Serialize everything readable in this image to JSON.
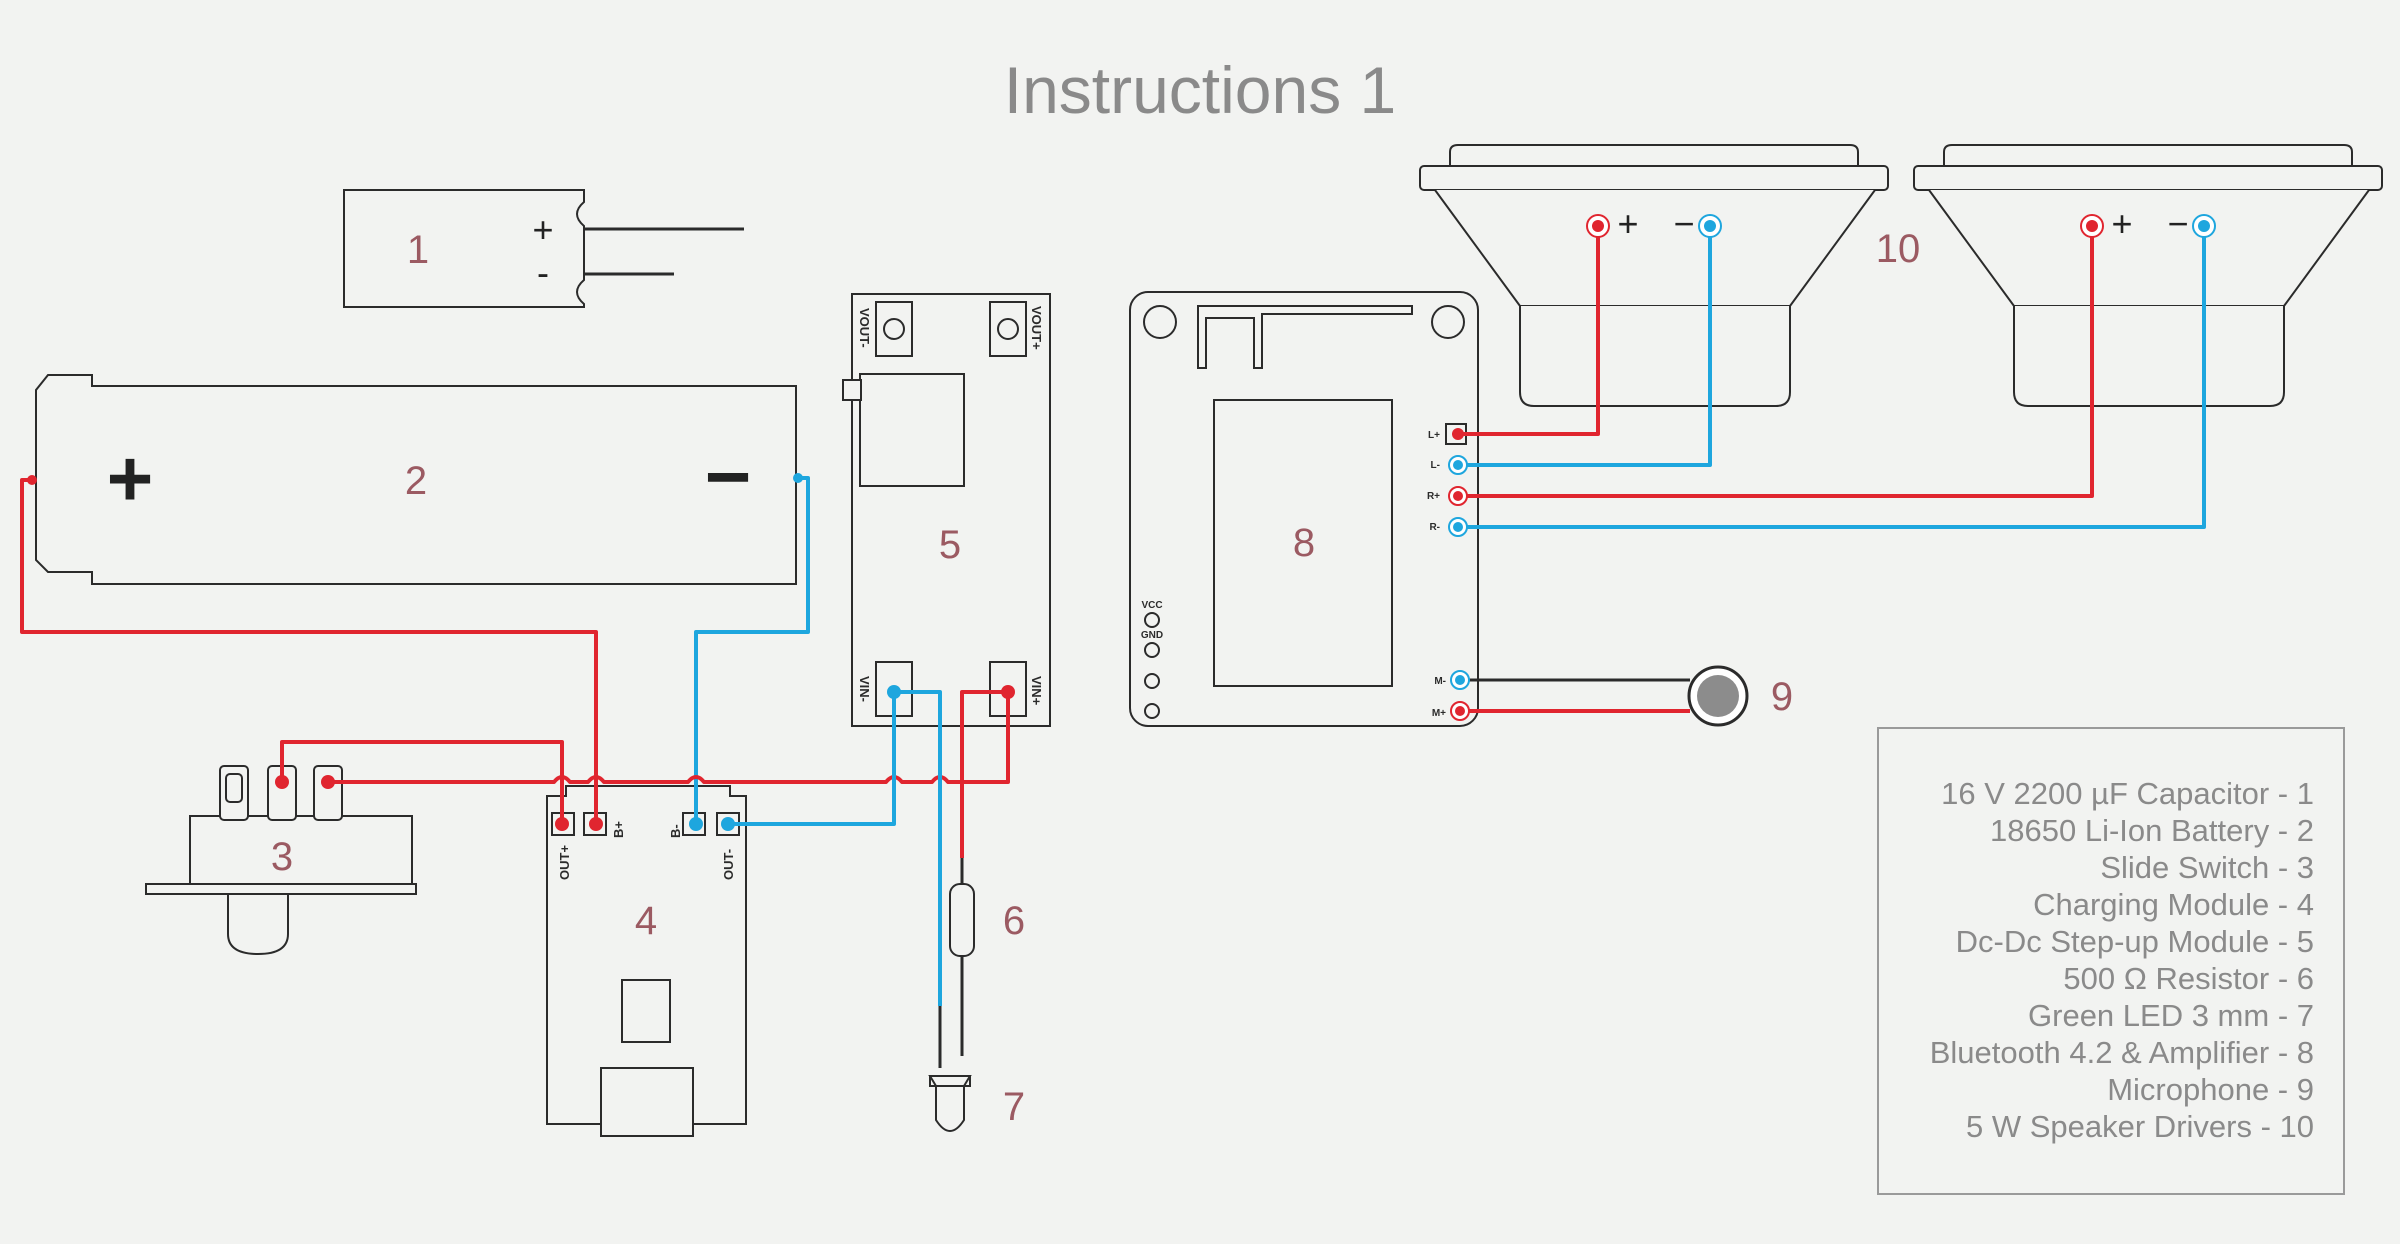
{
  "title": "Instructions 1",
  "colors": {
    "positive_wire": "#e0252f",
    "negative_wire": "#1ea6de",
    "label_number": "#9b5a62",
    "text_gray": "#8a8a8a",
    "background": "#f2f3f1"
  },
  "components": {
    "capacitor": {
      "number": "1",
      "plus": "+",
      "minus": "-"
    },
    "battery": {
      "number": "2",
      "plus": "+",
      "minus": "−"
    },
    "switch": {
      "number": "3"
    },
    "charger": {
      "number": "4",
      "out_plus": "OUT+",
      "b_plus": "B+",
      "b_minus": "B-",
      "out_minus": "OUT-"
    },
    "boost": {
      "number": "5",
      "vout_minus": "VOUT-",
      "vout_plus": "VOUT+",
      "vin_minus": "VIN-",
      "vin_plus": "VIN+"
    },
    "resistor": {
      "number": "6"
    },
    "led": {
      "number": "7"
    },
    "amplifier": {
      "number": "8",
      "l_plus": "L+",
      "l_minus": "L-",
      "r_plus": "R+",
      "r_minus": "R-",
      "vcc": "VCC",
      "gnd": "GND",
      "m_minus": "M-",
      "m_plus": "M+"
    },
    "microphone": {
      "number": "9"
    },
    "speakers": {
      "number": "10",
      "plus": "+",
      "minus": "−"
    }
  },
  "legend": [
    "16 V 2200 µF Capacitor - 1",
    "18650 Li-Ion Battery - 2",
    "Slide Switch - 3",
    "Charging Module - 4",
    "Dc-Dc Step-up Module - 5",
    "500 Ω Resistor - 6",
    "Green LED 3 mm - 7",
    "Bluetooth 4.2 & Amplifier - 8",
    "Microphone - 9",
    "5 W Speaker Drivers - 10"
  ]
}
